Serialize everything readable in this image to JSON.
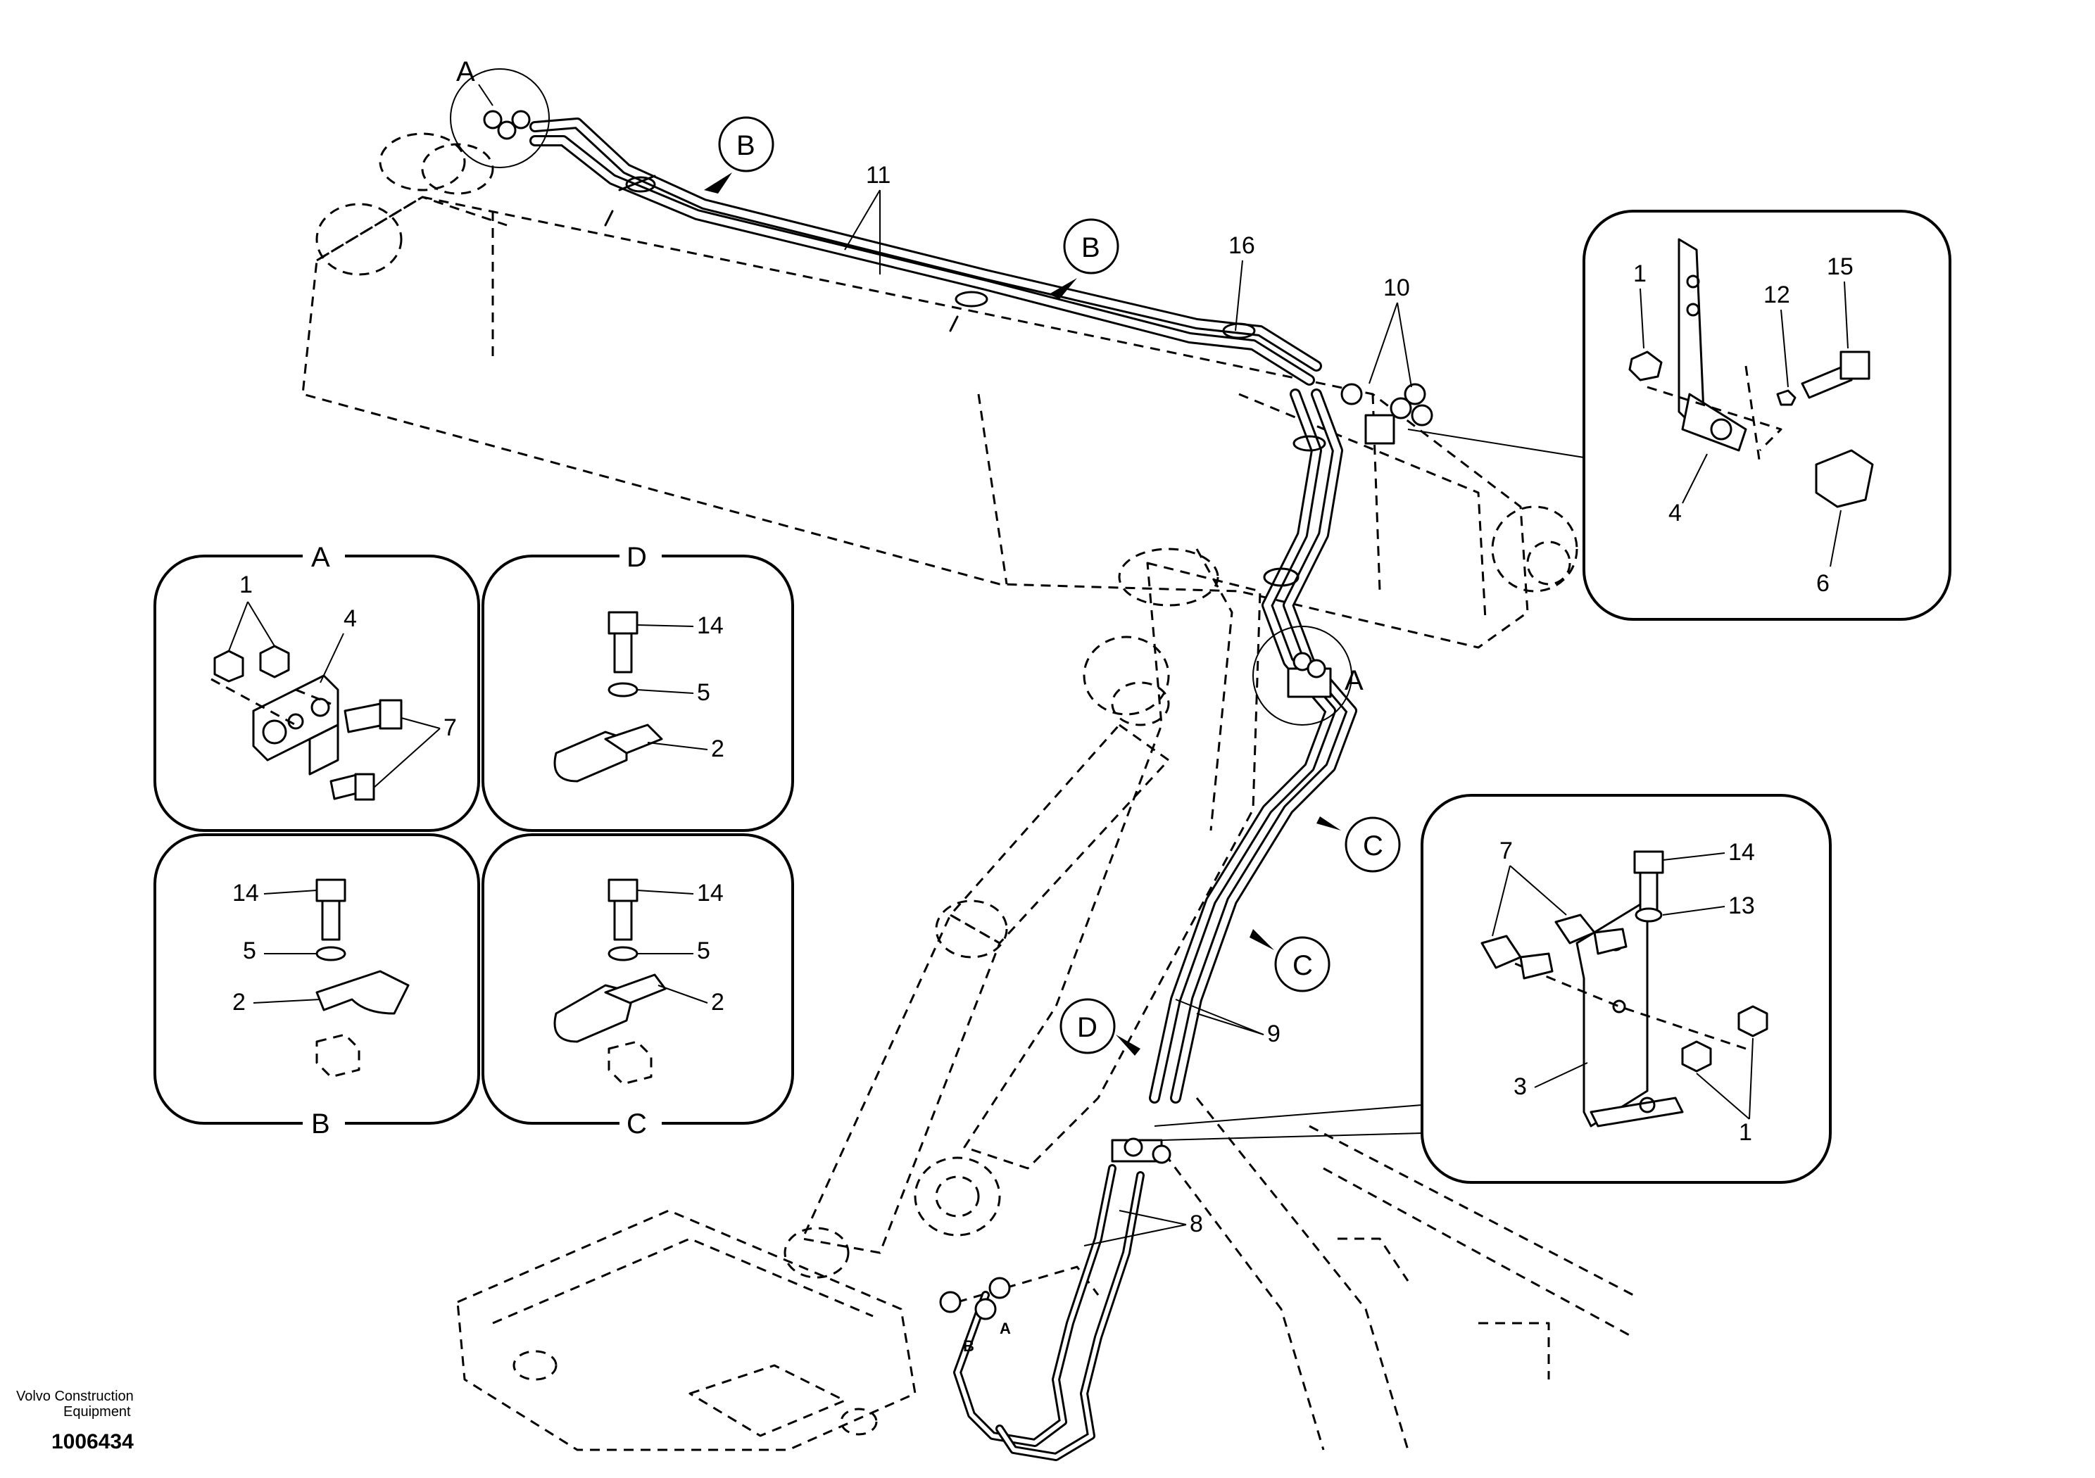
{
  "company": {
    "line1": "Volvo Construction",
    "line2": "Equipment"
  },
  "document_number": "1006434",
  "main_labels": {
    "b_top": "B",
    "b_mid": "B",
    "c_upper": "C",
    "c_lower": "C",
    "d": "D",
    "a_top": "A",
    "a_mid": "A",
    "n11": "11",
    "n16": "16",
    "n10": "10",
    "n9": "9",
    "n8": "8",
    "port_a": "A",
    "port_b": "B"
  },
  "detail_top_right": {
    "n1": "1",
    "n12": "12",
    "n15": "15",
    "n4": "4",
    "n6": "6"
  },
  "detail_a": {
    "title": "A",
    "n1": "1",
    "n4": "4",
    "n7": "7"
  },
  "detail_d": {
    "title": "D",
    "n14": "14",
    "n5": "5",
    "n2": "2"
  },
  "detail_b": {
    "title": "B",
    "n14": "14",
    "n5": "5",
    "n2": "2"
  },
  "detail_c": {
    "title": "C",
    "n14": "14",
    "n5": "5",
    "n2": "2"
  },
  "detail_bottom_right": {
    "n7": "7",
    "n14": "14",
    "n13": "13",
    "n3": "3",
    "n1": "1"
  }
}
